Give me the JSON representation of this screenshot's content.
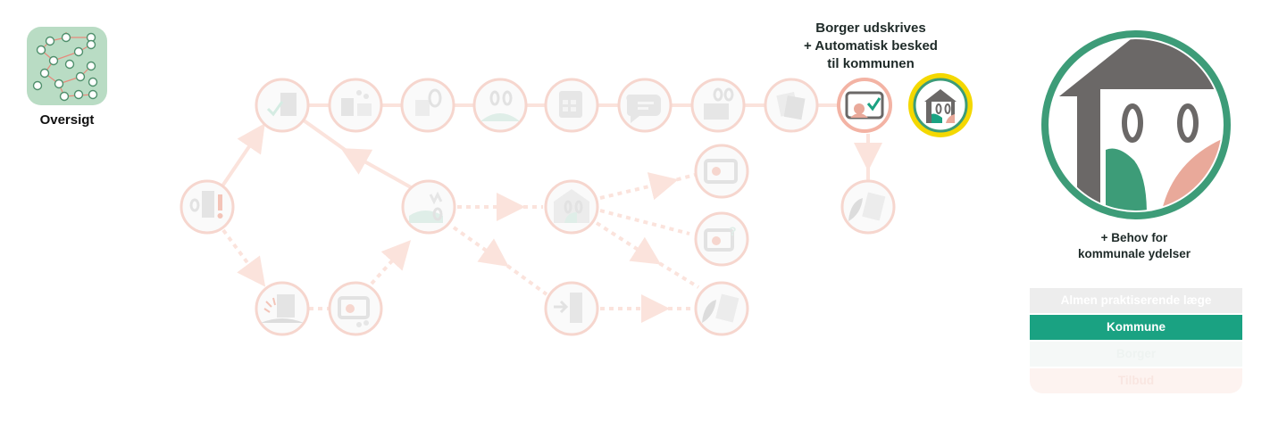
{
  "overview": {
    "label": "Oversigt",
    "icon": "network-map-icon"
  },
  "current_step": {
    "caption_lines": [
      "Borger  udskrives",
      "+ Automatisk besked",
      "til kommunen"
    ]
  },
  "detail": {
    "icon": "house-with-people-icon",
    "caption_lines": [
      "+ Behov for",
      "kommunale ydelser"
    ]
  },
  "legend": [
    {
      "label": "Almen praktiserende læge",
      "state": "faded"
    },
    {
      "label": "Kommune",
      "state": "active"
    },
    {
      "label": "Borger",
      "state": "faded"
    },
    {
      "label": "Tilbud",
      "state": "faded"
    }
  ],
  "colors": {
    "teal": "#1aa282",
    "detail_ring": "#3d9c78",
    "salmon": "#e9a99a",
    "highlight": "#f4d800",
    "gray": "#6b6867",
    "faded_ring": "#f6d6ce",
    "overview_bg": "#b9dcc4"
  }
}
